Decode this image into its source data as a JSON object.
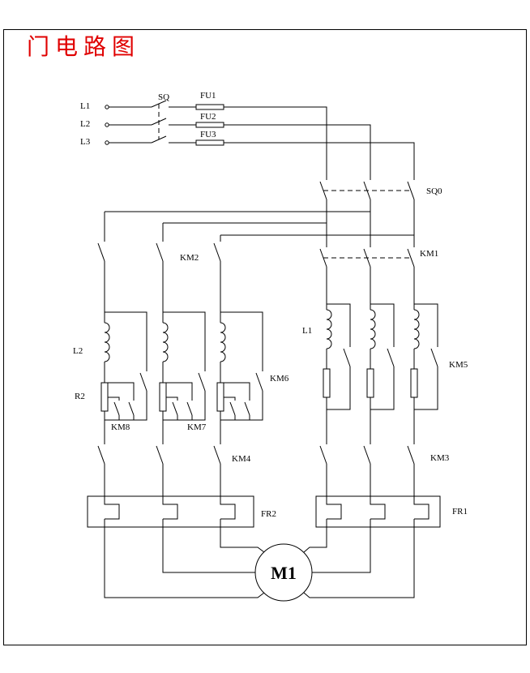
{
  "title": "门电路图",
  "inputs": {
    "l1": "L1",
    "l2": "L2",
    "l3": "L3"
  },
  "switches": {
    "sq": "SQ",
    "sq0": "SQ0"
  },
  "fuses": {
    "fu1": "FU1",
    "fu2": "FU2",
    "fu3": "FU3"
  },
  "contactors": {
    "km1": "KM1",
    "km2": "KM2",
    "km3": "KM3",
    "km4": "KM4",
    "km5": "KM5",
    "km6": "KM6",
    "km7": "KM7",
    "km8": "KM8"
  },
  "inductors": {
    "right": "L1",
    "left": "L2"
  },
  "resistors": {
    "r2": "R2"
  },
  "relays": {
    "fr1": "FR1",
    "fr2": "FR2"
  },
  "motor": {
    "m1": "M1"
  },
  "colors": {
    "title": "#e00000",
    "line": "#000000",
    "background": "#ffffff"
  }
}
